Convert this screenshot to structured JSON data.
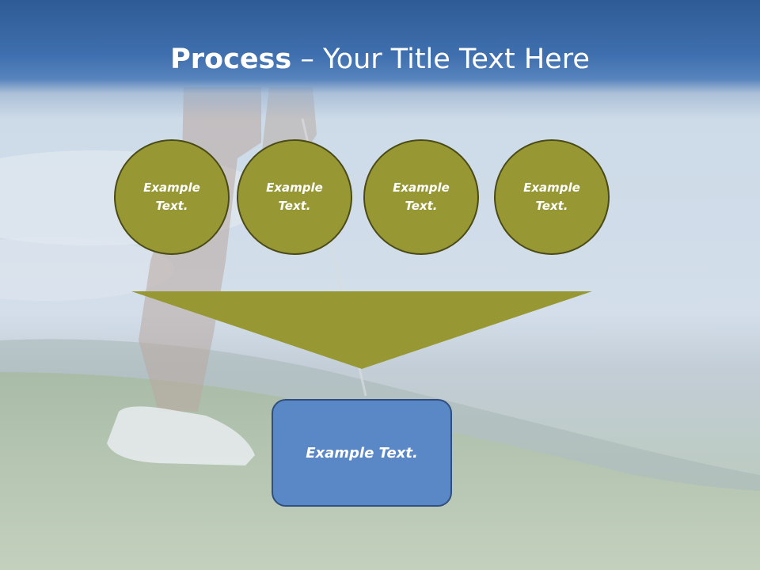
{
  "title": {
    "bold": "Process",
    "rest": " – Your Title Text Here"
  },
  "circles": [
    {
      "label": "Example Text."
    },
    {
      "label": "Example Text."
    },
    {
      "label": "Example Text."
    },
    {
      "label": "Example Text."
    }
  ],
  "box": {
    "label": "Example Text."
  },
  "colors": {
    "header": "#3f6fae",
    "circle": "#979834",
    "circle_border": "#4b4b17",
    "box": "#5a87c5",
    "box_border": "#304f80"
  }
}
